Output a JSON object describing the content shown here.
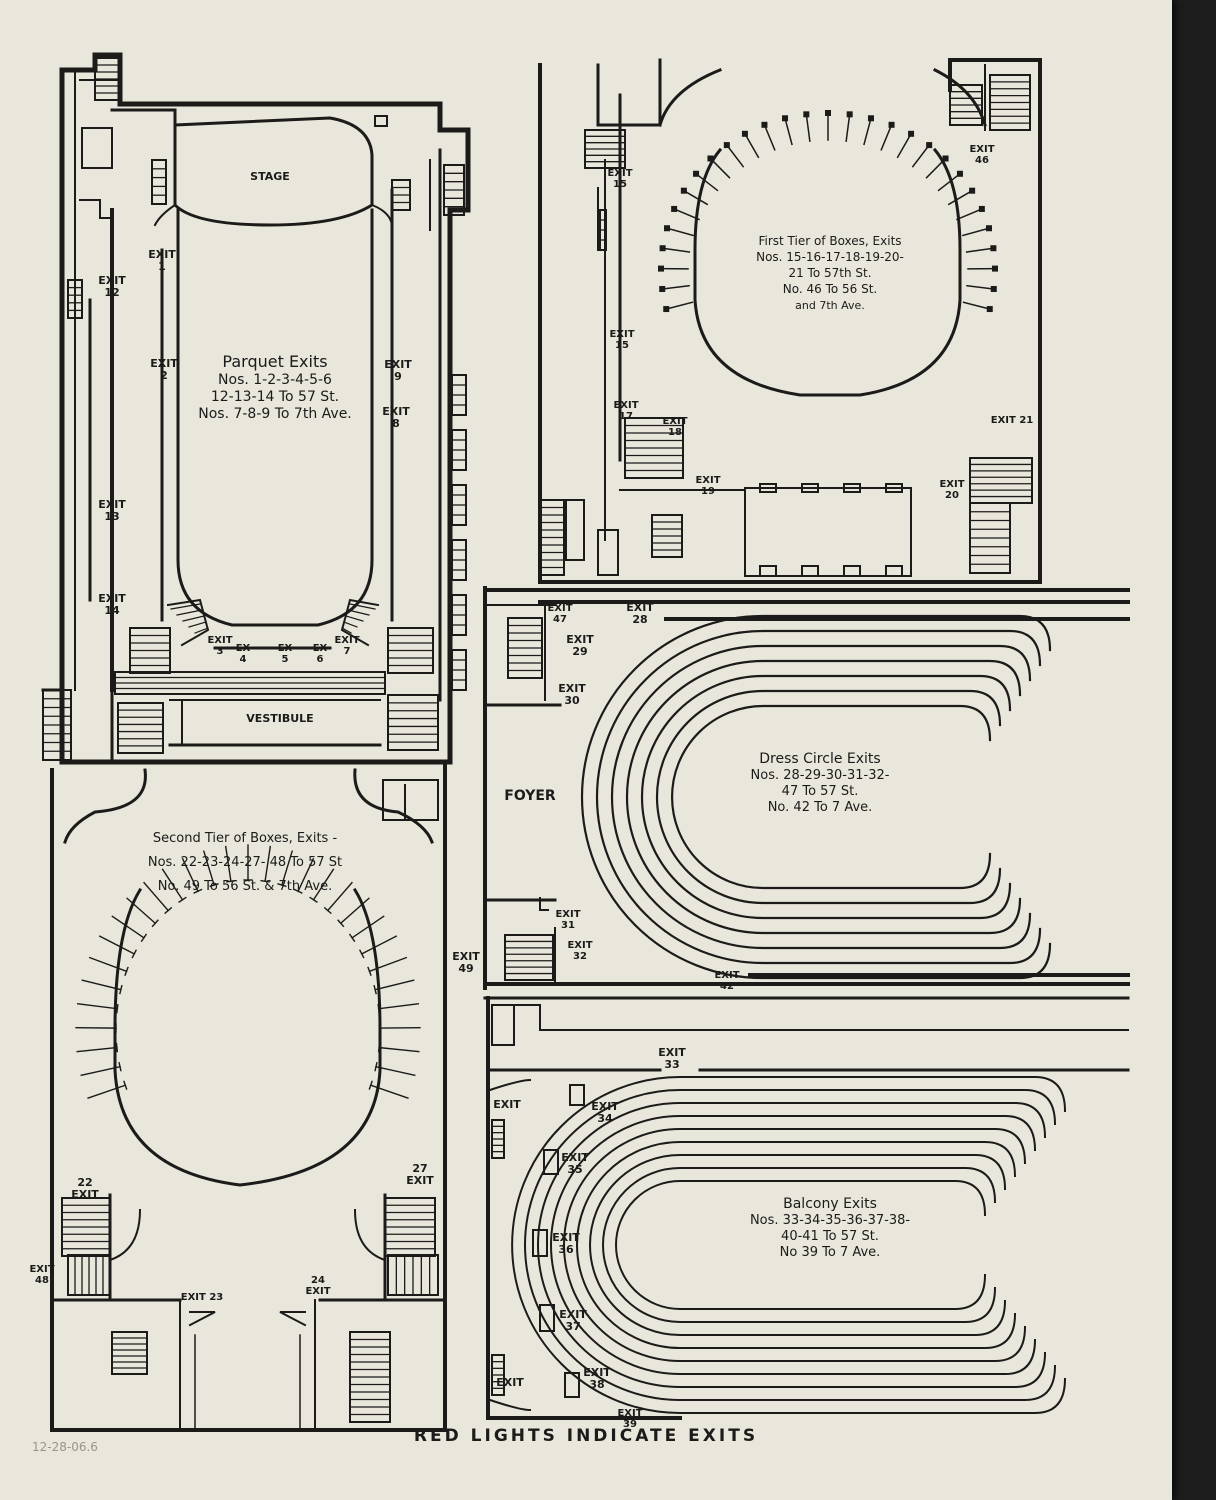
{
  "caption": "RED LIGHTS INDICATE EXITS",
  "pencil_note": "12-28-06.6",
  "colors": {
    "paper": "#e9e6dc",
    "ink": "#1c1b19",
    "backing": "#1d1d1d"
  },
  "parquet": {
    "stage": "STAGE",
    "vestibule": "VESTIBULE",
    "title": [
      "Parquet Exits",
      "Nos. 1-2-3-4-5-6",
      "12-13-14 To 57 St.",
      "Nos. 7-8-9 To 7th Ave."
    ],
    "exits": {
      "e1": [
        "EXIT",
        "1"
      ],
      "e2": [
        "EXIT",
        "2"
      ],
      "e12": [
        "EXIT",
        "12"
      ],
      "e13": [
        "EXIT",
        "13"
      ],
      "e14": [
        "EXIT",
        "14"
      ],
      "e9": [
        "EXIT",
        "9"
      ],
      "e8": [
        "EXIT",
        "8"
      ],
      "e3": [
        "EXIT",
        "3"
      ],
      "e4": [
        "EX",
        "4"
      ],
      "e5": [
        "EX",
        "5"
      ],
      "e6": [
        "EX",
        "6"
      ],
      "e7": [
        "EXIT",
        "7"
      ]
    }
  },
  "first_tier": {
    "title": [
      "First Tier of Boxes, Exits",
      "Nos. 15-16-17-18-19-20-",
      "21 To 57th St.",
      "No. 46 To 56 St.",
      "and 7th Ave."
    ],
    "exits": {
      "e15a": [
        "EXIT",
        "15"
      ],
      "e15b": [
        "EXIT",
        "15"
      ],
      "e17": [
        "EXIT",
        "17"
      ],
      "e18": [
        "EXIT",
        "18"
      ],
      "e19": [
        "EXIT",
        "19"
      ],
      "e46": [
        "EXIT",
        "46"
      ],
      "e21": [
        "EXIT 21"
      ],
      "e20": [
        "EXIT",
        "20"
      ]
    }
  },
  "second_tier": {
    "title": [
      "Second Tier of Boxes, Exits -",
      "Nos. 22-23-24-27- 48 To 57 St",
      "No. 49 To 56 St. & 7th Ave."
    ],
    "exits": {
      "e22": [
        "22",
        "EXIT"
      ],
      "e27": [
        "27",
        "EXIT"
      ],
      "e48": [
        "EXIT",
        "48"
      ],
      "e23": [
        "EXIT 23"
      ],
      "e24": [
        "24",
        "EXIT"
      ],
      "e49": [
        "EXIT",
        "49"
      ]
    }
  },
  "dress_circle": {
    "foyer": "FOYER",
    "title": [
      "Dress Circle Exits",
      "Nos. 28-29-30-31-32-",
      "47 To 57 St.",
      "No. 42 To 7 Ave."
    ],
    "exits": {
      "e47": [
        "EXIT",
        "47"
      ],
      "e28": [
        "EXIT",
        "28"
      ],
      "e29": [
        "EXIT",
        "29"
      ],
      "e30": [
        "EXIT",
        "30"
      ],
      "e31": [
        "EXIT",
        "31"
      ],
      "e32": [
        "EXIT",
        "32"
      ],
      "e42": [
        "EXIT",
        "42"
      ]
    }
  },
  "balcony": {
    "title": [
      "Balcony Exits",
      "Nos. 33-34-35-36-37-38-",
      "40-41 To 57 St.",
      "No 39 To 7 Ave."
    ],
    "exits": {
      "e33": [
        "EXIT",
        "33"
      ],
      "e34": [
        "EXIT",
        "34"
      ],
      "e35": [
        "EXIT",
        "35"
      ],
      "e36": [
        "EXIT",
        "36"
      ],
      "e37": [
        "EXIT",
        "37"
      ],
      "e38": [
        "EXIT",
        "38"
      ],
      "e39": [
        "EXIT",
        "39"
      ],
      "e40": [
        "EXIT"
      ],
      "e41": [
        "EXIT"
      ]
    }
  }
}
